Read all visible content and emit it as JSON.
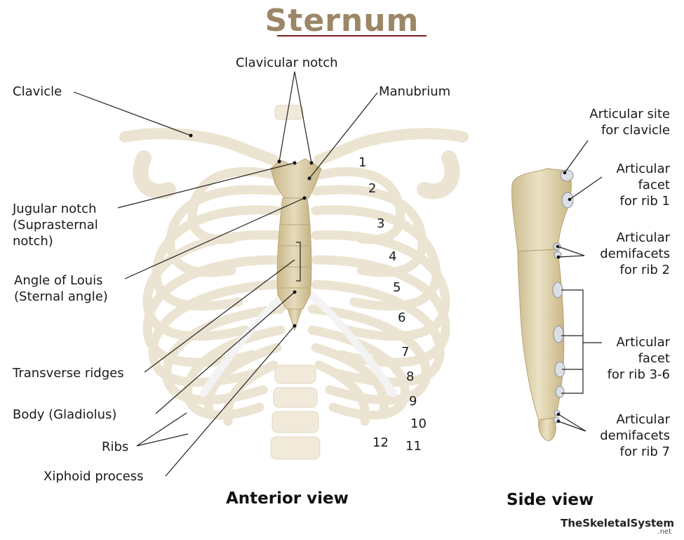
{
  "title": "Sternum",
  "labels": {
    "clavicular_notch": "Clavicular notch",
    "clavicle": "Clavicle",
    "manubrium": "Manubrium",
    "jugular_notch": "Jugular notch",
    "jugular_notch_alt": "(Suprasternal",
    "jugular_notch_alt2": "notch)",
    "angle_of_louis": "Angle of Louis",
    "angle_of_louis_alt": "(Sternal angle)",
    "transverse_ridges": "Transverse ridges",
    "body": "Body (Gladiolus)",
    "ribs": "Ribs",
    "xiphoid": "Xiphoid process"
  },
  "rib_numbers": [
    "1",
    "2",
    "3",
    "4",
    "5",
    "6",
    "7",
    "8",
    "9",
    "10",
    "11",
    "12"
  ],
  "side_labels": {
    "clavicle_site_1": "Articular site",
    "clavicle_site_2": "for clavicle",
    "rib1_1": "Articular",
    "rib1_2": "facet",
    "rib1_3": "for rib 1",
    "rib2_1": "Articular",
    "rib2_2": "demifacets",
    "rib2_3": "for rib 2",
    "rib36_1": "Articular",
    "rib36_2": "facet",
    "rib36_3": "for rib 3-6",
    "rib7_1": "Articular",
    "rib7_2": "demifacets",
    "rib7_3": "for rib 7"
  },
  "views": {
    "anterior": "Anterior view",
    "side": "Side view"
  },
  "brand": {
    "name": "TheSkeletalSystem",
    "suffix": ".net"
  },
  "colors": {
    "bone": "#dccfa9",
    "bone_faded": "#efe7d6",
    "title": "#9b8666",
    "title_rule": "#7a1f1f"
  }
}
